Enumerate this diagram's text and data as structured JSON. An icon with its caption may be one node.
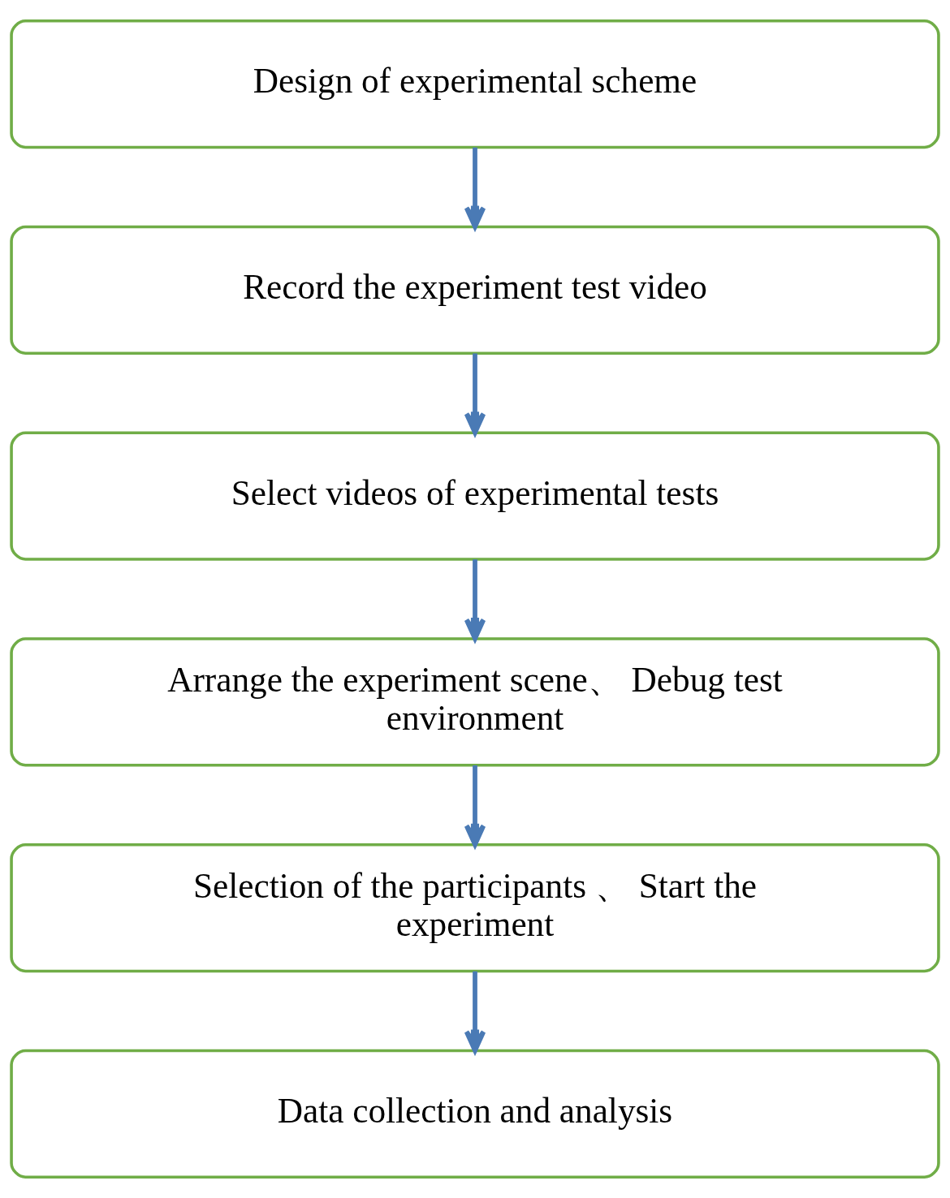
{
  "diagram": {
    "nodes": [
      {
        "text": [
          "Design of experimental scheme"
        ]
      },
      {
        "text": [
          "Record the experiment test video"
        ]
      },
      {
        "text": [
          "Select videos of experimental tests"
        ]
      },
      {
        "text": [
          "Arrange the experiment scene、 Debug test environment"
        ]
      },
      {
        "text": [
          "Selection of the participants 、 Start the experiment"
        ]
      },
      {
        "text": [
          "Data collection and analysis"
        ]
      }
    ],
    "edges": [
      {
        "from": 0,
        "to": 1,
        "arrow": "to"
      },
      {
        "from": 1,
        "to": 2,
        "arrow": "to"
      },
      {
        "from": 2,
        "to": 3,
        "arrow": "to"
      },
      {
        "from": 3,
        "to": 4,
        "arrow": "to"
      },
      {
        "from": 4,
        "to": 5,
        "arrow": "to"
      }
    ]
  }
}
